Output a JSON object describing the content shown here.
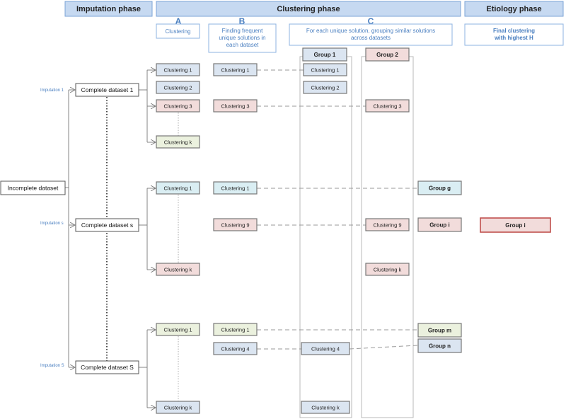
{
  "phases": {
    "imputation": "Imputation phase",
    "clustering": "Clustering phase",
    "etiology": "Etiology phase"
  },
  "steps": {
    "a_letter": "A",
    "b_letter": "B",
    "c_letter": "C",
    "a_desc": "Clustering",
    "b_desc_lines": [
      "Finding frequent",
      "unique solutions in",
      "each dataset"
    ],
    "c_desc_lines": [
      "For each unique solution, grouping similar solutions",
      "across datasets"
    ],
    "etiology_desc_lines": [
      "Final clustering",
      "with highest H"
    ]
  },
  "groups": {
    "group1": "Group 1",
    "group2": "Group 2"
  },
  "datasets": {
    "incomplete": "Incomplete dataset",
    "complete1": "Complete dataset 1",
    "completes": "Complete dataset s",
    "completeS": "Complete dataset S"
  },
  "imputations": {
    "imp1": "Imputation 1",
    "imps": "Imputation s",
    "impS": "Imputation S"
  },
  "clusterings": {
    "c1": "Clustering 1",
    "c2": "Clustering 2",
    "c3": "Clustering 3",
    "c4": "Clustering 4",
    "c9": "Clustering 9",
    "ck": "Clustering k"
  },
  "group_boxes": {
    "g": "Group g",
    "i": "Group i",
    "m": "Group m",
    "n": "Group n",
    "final": "Group i"
  },
  "colors": {
    "header_fill": "#c6d9f1",
    "header_stroke": "#7ba3d6",
    "accent": "#4a7fc0",
    "blue_fill": "#dbe5f1",
    "pink_fill": "#f2dcdb",
    "green_fill": "#ebf1de",
    "cyan_fill": "#daeef3",
    "final_stroke": "#c0504d"
  }
}
